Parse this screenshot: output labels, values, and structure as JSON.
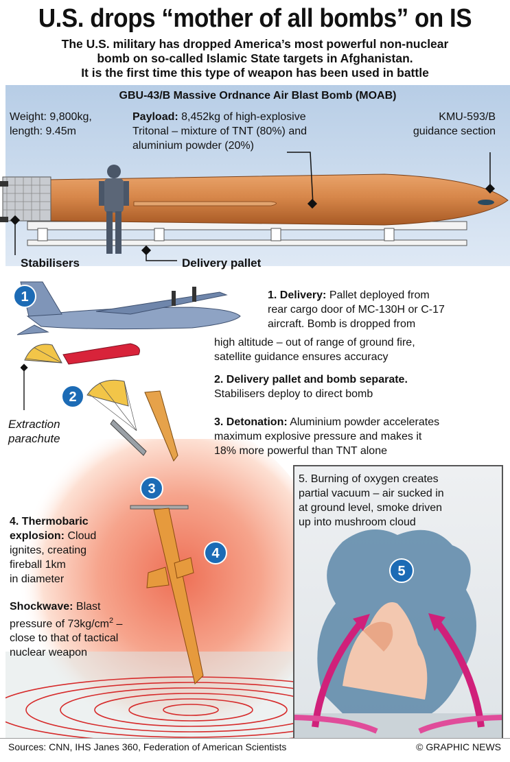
{
  "header": {
    "title": "U.S. drops “mother of all bombs” on IS",
    "subtitle_lines": [
      "The U.S. military has dropped America’s most powerful non-nuclear",
      "bomb on so-called Islamic State targets in Afghanistan.",
      "It is the first time this type of weapon has been used in battle"
    ]
  },
  "moab": {
    "title": "GBU-43/B Massive Ordnance Air Blast Bomb (MOAB)",
    "weight_lines": [
      "Weight: 9,800kg,",
      "length: 9.45m"
    ],
    "payload_label": "Payload:",
    "payload_lines": [
      " 8,452kg of high-explosive",
      "Tritonal – mixture of TNT (80%) and",
      "aluminium powder (20%)"
    ],
    "guidance_lines": [
      "KMU-593/B",
      "guidance section"
    ],
    "stabilisers_label": "Stabilisers",
    "pallet_label": "Delivery pallet"
  },
  "steps": {
    "badges": [
      "1",
      "2",
      "3",
      "4",
      "5"
    ],
    "s1_title": "1. Delivery:",
    "s1_lines": [
      " Pallet deployed from",
      "rear cargo door of MC-130H or C-17",
      "aircraft.  Bomb is dropped from",
      "high altitude – out of range of ground fire,",
      "satellite guidance ensures accuracy"
    ],
    "s2_title": "2. Delivery pallet and bomb separate.",
    "s2_line": "Stabilisers deploy to direct bomb",
    "s3_title": "3. Detonation:",
    "s3_lines": [
      " Aluminium powder accelerates",
      "maximum explosive pressure and makes it",
      "18% more powerful than TNT alone"
    ],
    "s4_title_lines": [
      "4. Thermobaric",
      "explosion:"
    ],
    "s4_lines": [
      " Cloud",
      "ignites, creating",
      "fireball 1km",
      "in diameter"
    ],
    "shock_title": "Shockwave:",
    "shock_lines": [
      " Blast",
      "pressure of 73kg/cm",
      "2",
      " –",
      "close to that of tactical",
      "nuclear weapon"
    ],
    "s5_lines": [
      "5. Burning of oxygen creates",
      "partial vacuum – air sucked in",
      "at ground level, smoke driven",
      "up into mushroom cloud"
    ],
    "parachute_lines": [
      "Extraction",
      "parachute"
    ]
  },
  "footer": {
    "sources": "Sources: CNN, IHS Janes 360, Federation of American Scientists",
    "credit": "© GRAPHIC NEWS"
  },
  "colors": {
    "panel_blue": "#c3d6ec",
    "bomb_orange": "#d9894a",
    "badge_blue": "#1c6bb5",
    "fireball": "#f39a7e",
    "arrow_magenta": "#d0207a"
  }
}
